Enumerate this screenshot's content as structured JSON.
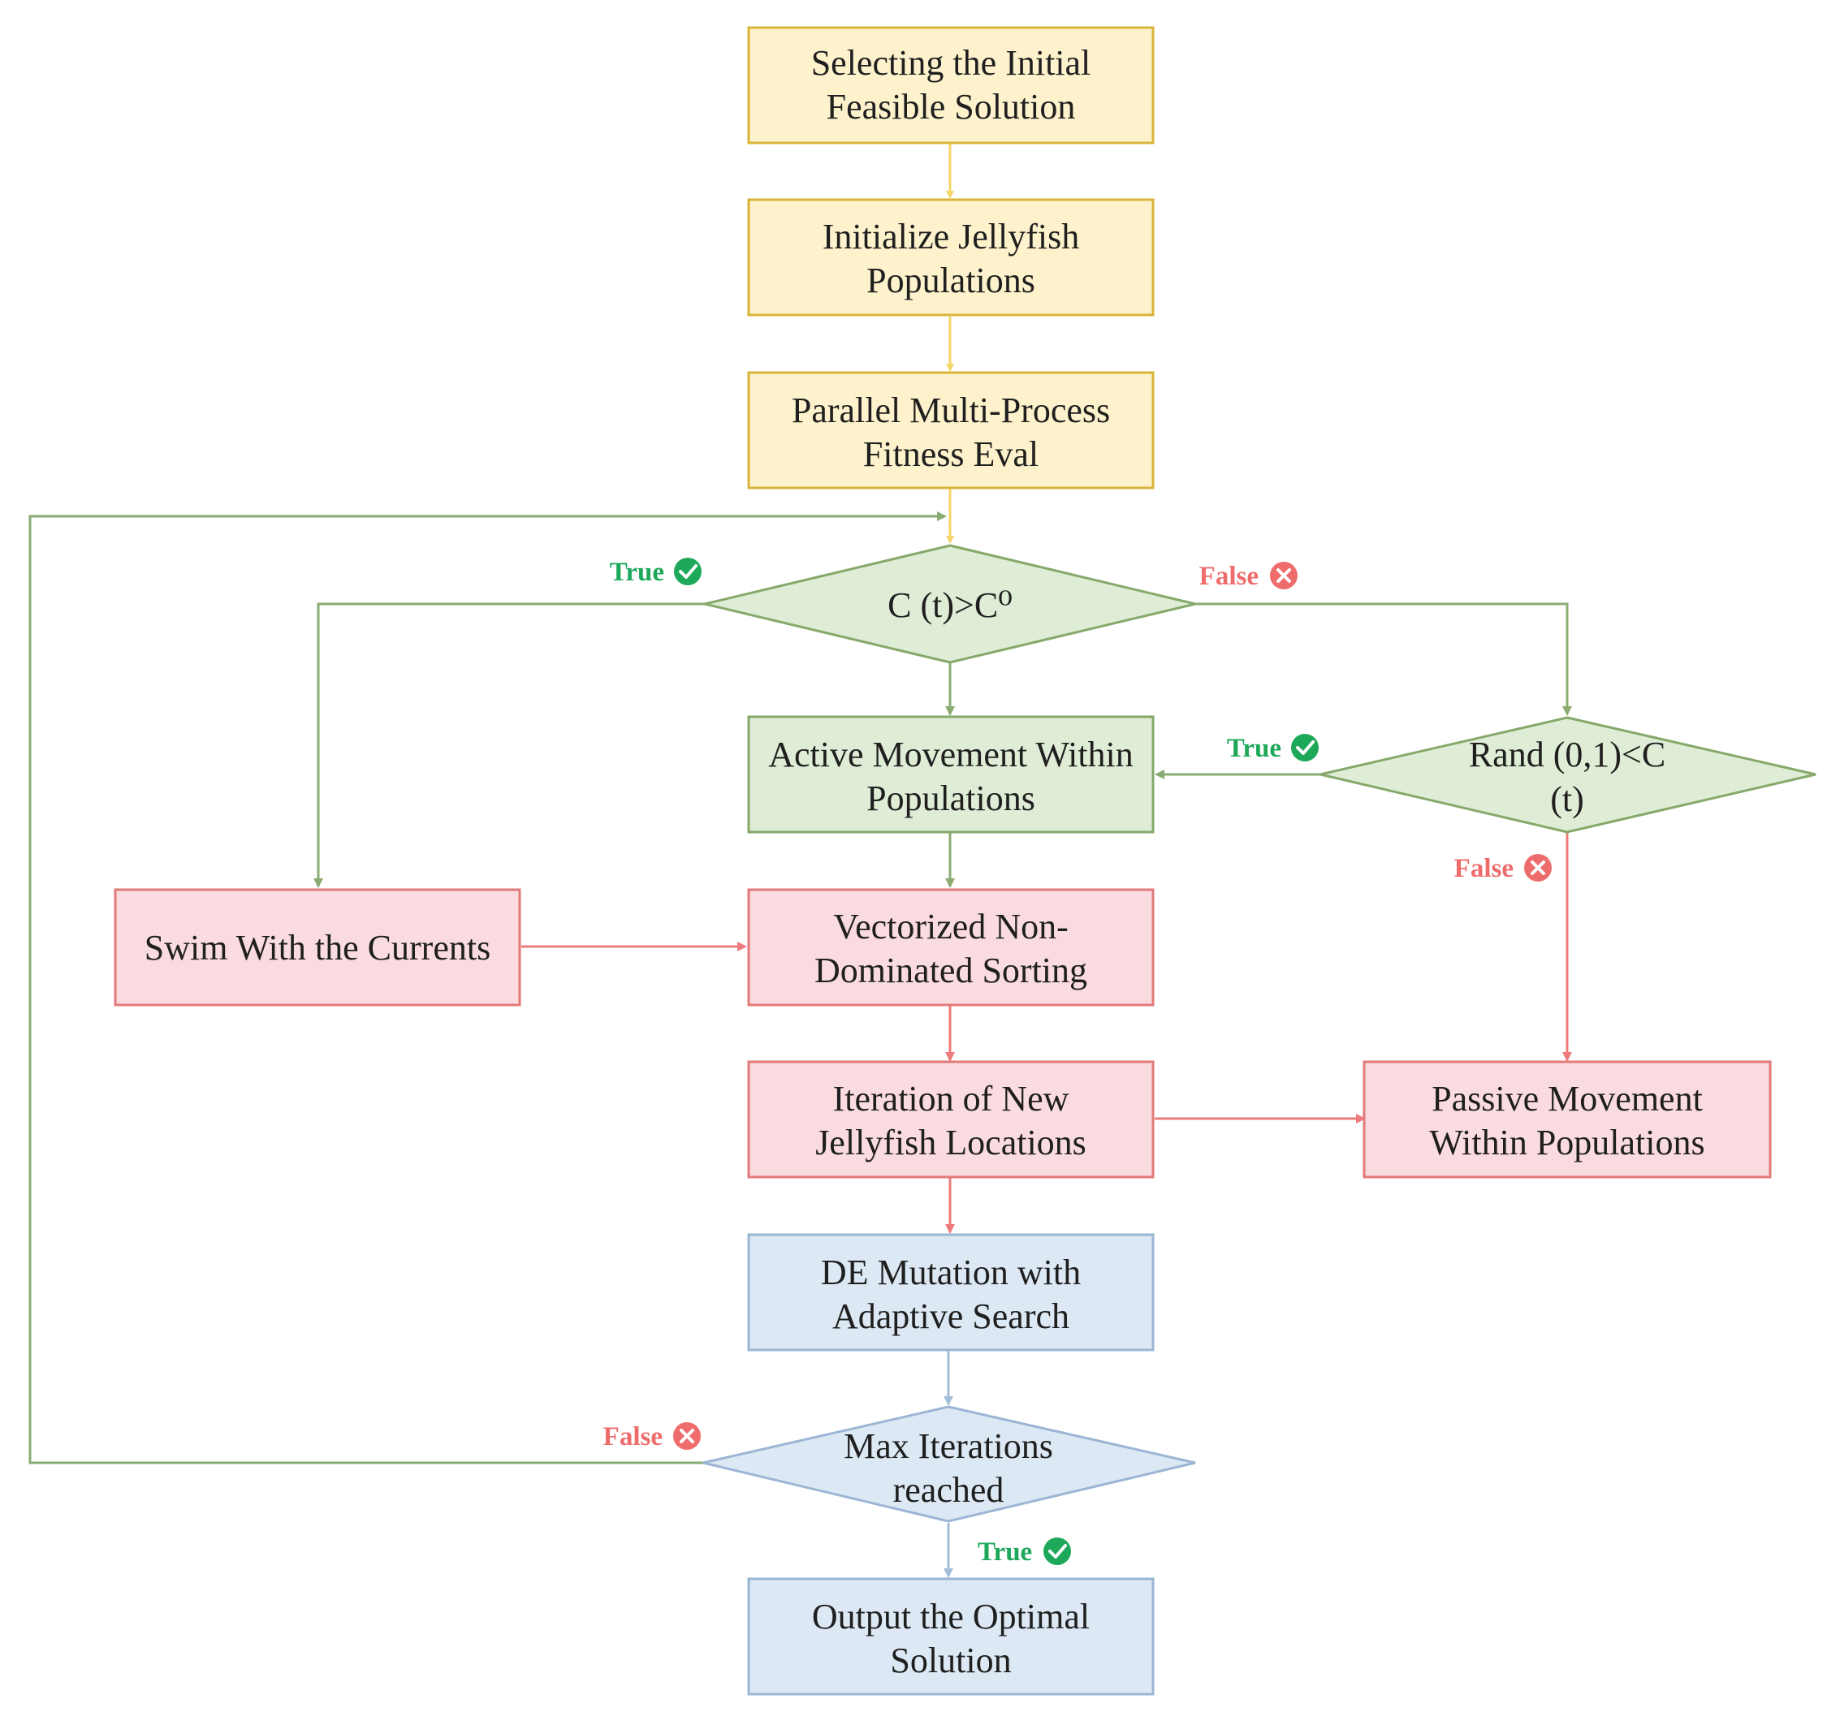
{
  "colors": {
    "yellow_fill": "#fdf2cc",
    "yellow_stroke": "#d9b43a",
    "yellow_line": "#f5d468",
    "green_fill": "#dfedd6",
    "green_stroke": "#86a86a",
    "green_line": "#8aac72",
    "red_fill": "#fadbdf",
    "red_stroke": "#e37a7a",
    "red_line": "#ee7b7b",
    "blue_fill": "#dce8f3",
    "blue_stroke": "#9bb6d4",
    "blue_line": "#a3bed8",
    "true_badge": "#1ea85a",
    "false_badge": "#ee6c6c"
  },
  "nodes": {
    "init_solution": {
      "shape": "process",
      "lines": [
        "Selecting the Initial",
        "Feasible Solution"
      ]
    },
    "init_population": {
      "shape": "process",
      "lines": [
        "Initialize Jellyfish",
        "Populations"
      ]
    },
    "fitness_eval": {
      "shape": "process",
      "lines": [
        "Parallel Multi-Process",
        "Fitness Eval"
      ]
    },
    "decision_ct": {
      "shape": "decision",
      "lines": [
        "C (t)>C⁰"
      ]
    },
    "active_movement": {
      "shape": "process",
      "lines": [
        "Active Movement Within",
        "Populations"
      ]
    },
    "decision_rand": {
      "shape": "decision",
      "lines": [
        "Rand (0,1)<C",
        "(t)"
      ]
    },
    "swim_currents": {
      "shape": "process",
      "lines": [
        "Swim With the Currents"
      ]
    },
    "sorting": {
      "shape": "process",
      "lines": [
        "Vectorized Non-",
        "Dominated Sorting"
      ]
    },
    "iteration": {
      "shape": "process",
      "lines": [
        "Iteration of New",
        "Jellyfish Locations"
      ]
    },
    "passive_movement": {
      "shape": "process",
      "lines": [
        "Passive Movement",
        "Within Populations"
      ]
    },
    "de_mutation": {
      "shape": "process",
      "lines": [
        "DE Mutation with",
        "Adaptive Search"
      ]
    },
    "decision_max": {
      "shape": "decision",
      "lines": [
        "Max Iterations",
        "reached"
      ]
    },
    "output": {
      "shape": "process",
      "lines": [
        "Output the Optimal",
        "Solution"
      ]
    }
  },
  "labels": {
    "ct_true": {
      "text": "True",
      "kind": "true"
    },
    "ct_false": {
      "text": "False",
      "kind": "false"
    },
    "rand_true": {
      "text": "True",
      "kind": "true"
    },
    "rand_false": {
      "text": "False",
      "kind": "false"
    },
    "max_false": {
      "text": "False",
      "kind": "false"
    },
    "max_true": {
      "text": "True",
      "kind": "true"
    }
  },
  "edges": [
    {
      "from": "init_solution",
      "to": "init_population"
    },
    {
      "from": "init_population",
      "to": "fitness_eval"
    },
    {
      "from": "fitness_eval",
      "to": "decision_ct"
    },
    {
      "from": "decision_ct",
      "to": "active_movement"
    },
    {
      "from": "decision_ct",
      "to": "swim_currents",
      "label": "True"
    },
    {
      "from": "decision_ct",
      "to": "decision_rand",
      "label": "False"
    },
    {
      "from": "decision_rand",
      "to": "active_movement",
      "label": "True"
    },
    {
      "from": "decision_rand",
      "to": "passive_movement",
      "label": "False"
    },
    {
      "from": "active_movement",
      "to": "sorting"
    },
    {
      "from": "swim_currents",
      "to": "sorting"
    },
    {
      "from": "sorting",
      "to": "iteration"
    },
    {
      "from": "iteration",
      "to": "passive_movement"
    },
    {
      "from": "iteration",
      "to": "de_mutation"
    },
    {
      "from": "de_mutation",
      "to": "decision_max"
    },
    {
      "from": "decision_max",
      "to": "output",
      "label": "True"
    },
    {
      "from": "decision_max",
      "to": "decision_ct",
      "label": "False"
    }
  ]
}
